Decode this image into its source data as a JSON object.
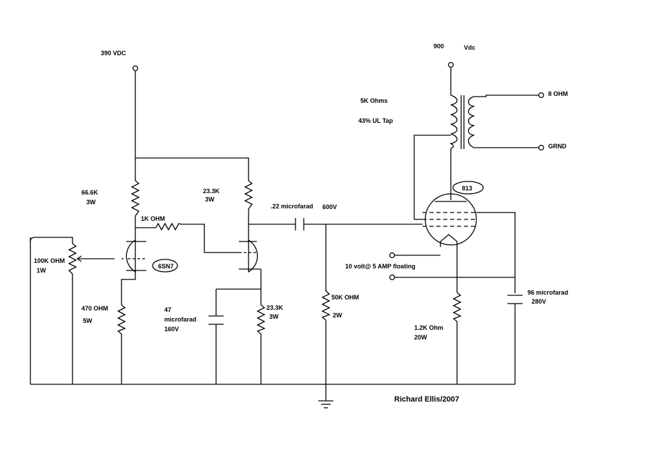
{
  "labels": {
    "supply_driver": "390 VDC",
    "supply_output_value": "900",
    "supply_output_unit": "Vdc",
    "r_66k_value": "66.6K",
    "r_66k_power": "3W",
    "r_23k_plate_value": "23.3K",
    "r_23k_plate_power": "3W",
    "r_1k": "1K OHM",
    "pot_value": "100K OHM",
    "pot_power": "1W",
    "tube_driver": "6SN7",
    "r_470_value": "470 OHM",
    "r_470_power": "5W",
    "cap_47_value": "47",
    "cap_47_unit": "microfarad",
    "cap_47_voltage": "160V",
    "r_23k_cathode_value": "23.3K",
    "r_23k_cathode_power": "3W",
    "cap_coupling_value": ".22 microfarad",
    "cap_coupling_voltage": "600V",
    "r_50k_value": "50K OHM",
    "r_50k_power": "2W",
    "xfmr_impedance": "5K Ohms",
    "xfmr_tap": "43% UL Tap",
    "out_8ohm": "8 OHM",
    "out_grnd": "GRND",
    "tube_output": "813",
    "filament": "10 volt@ 5 AMP floating",
    "r_1_2k_value": "1.2K Ohm",
    "r_1_2k_power": "20W",
    "cap_96_value": "96 microfarad",
    "cap_96_voltage": "280V",
    "signature": "Richard Ellis/2007"
  }
}
